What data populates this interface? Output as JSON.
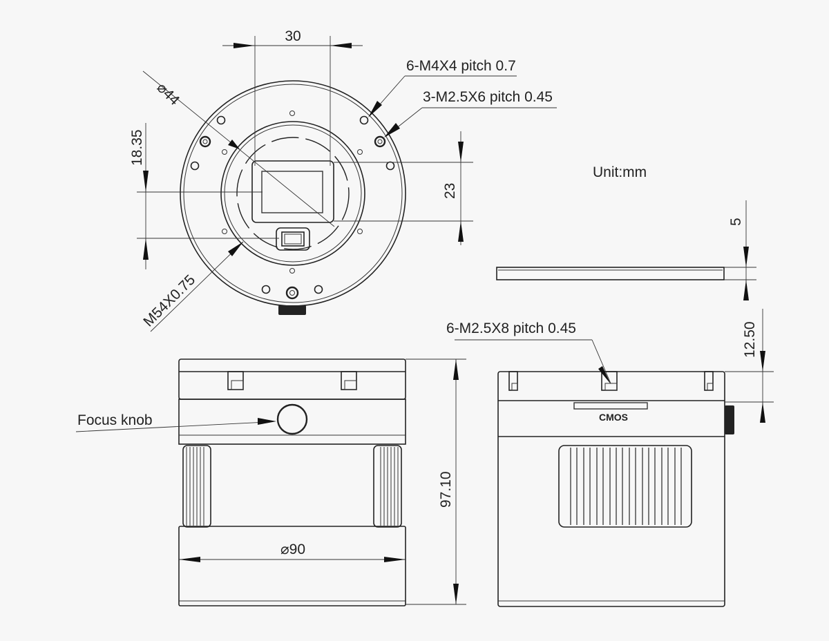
{
  "drawing": {
    "unit_label": "Unit:mm",
    "front_view": {
      "dim_width": "30",
      "dim_diameter": "⌀44",
      "dim_vertical_offset": "18.35",
      "dim_height": "23",
      "thread_label": "M54X0.75",
      "callout_1": "6-M4X4  pitch 0.7",
      "callout_2": "3-M2.5X6  pitch 0.45"
    },
    "plate_view": {
      "dim_thickness": "5"
    },
    "side_view_left": {
      "focus_knob_label": "Focus knob",
      "dim_diameter": "⌀90",
      "dim_total_height": "97.10"
    },
    "side_view_right": {
      "callout": "6-M2.5X8  pitch 0.45",
      "sensor_label": "CMOS",
      "dim_back_focus": "12.50"
    }
  }
}
